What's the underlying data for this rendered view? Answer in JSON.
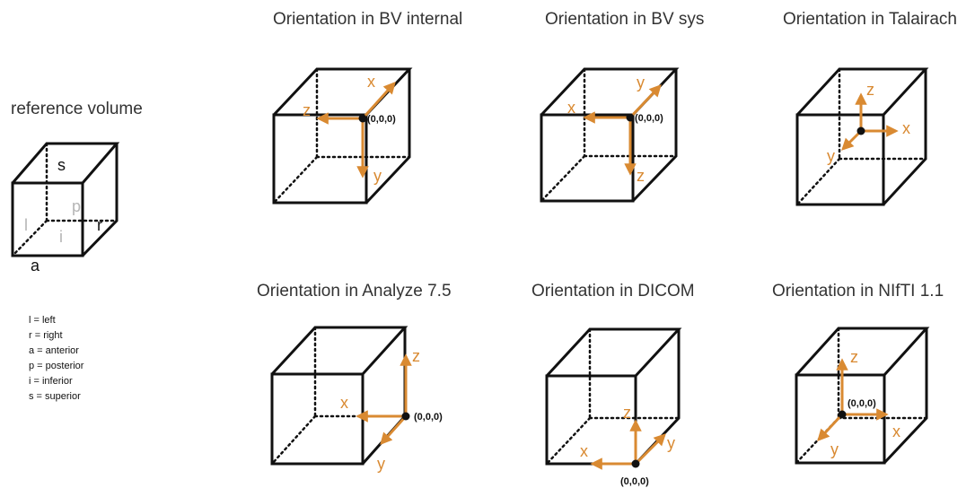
{
  "reference": {
    "title": "reference volume",
    "letters": {
      "s": "s",
      "p": "p",
      "l": "l",
      "i": "i",
      "r": "r",
      "a": "a"
    },
    "legend": [
      "l = left",
      "r = right",
      "a = anterior",
      "p = posterior",
      "i = inferior",
      "s = superior"
    ]
  },
  "colors": {
    "axis": "#d98a32",
    "lines": "#111111",
    "text": "#333333",
    "light_letters": "#b5b5b5"
  },
  "panels": [
    {
      "title": "Orientation in BV  internal",
      "origin_label": "(0,0,0)",
      "axes": [
        "x",
        "z",
        "y"
      ]
    },
    {
      "title": "Orientation in BV sys",
      "origin_label": "(0,0,0)",
      "axes": [
        "y",
        "x",
        "z"
      ]
    },
    {
      "title": "Orientation in Talairach",
      "origin_label": "",
      "axes": [
        "z",
        "x",
        "y"
      ]
    },
    {
      "title": "Orientation in Analyze 7.5",
      "origin_label": "(0,0,0)",
      "axes": [
        "z",
        "x",
        "y"
      ]
    },
    {
      "title": "Orientation in DICOM",
      "origin_label": "(0,0,0)",
      "axes": [
        "z",
        "x",
        "y"
      ]
    },
    {
      "title": "Orientation in NIfTI 1.1",
      "origin_label": "(0,0,0)",
      "axes": [
        "z",
        "x",
        "y"
      ]
    }
  ]
}
